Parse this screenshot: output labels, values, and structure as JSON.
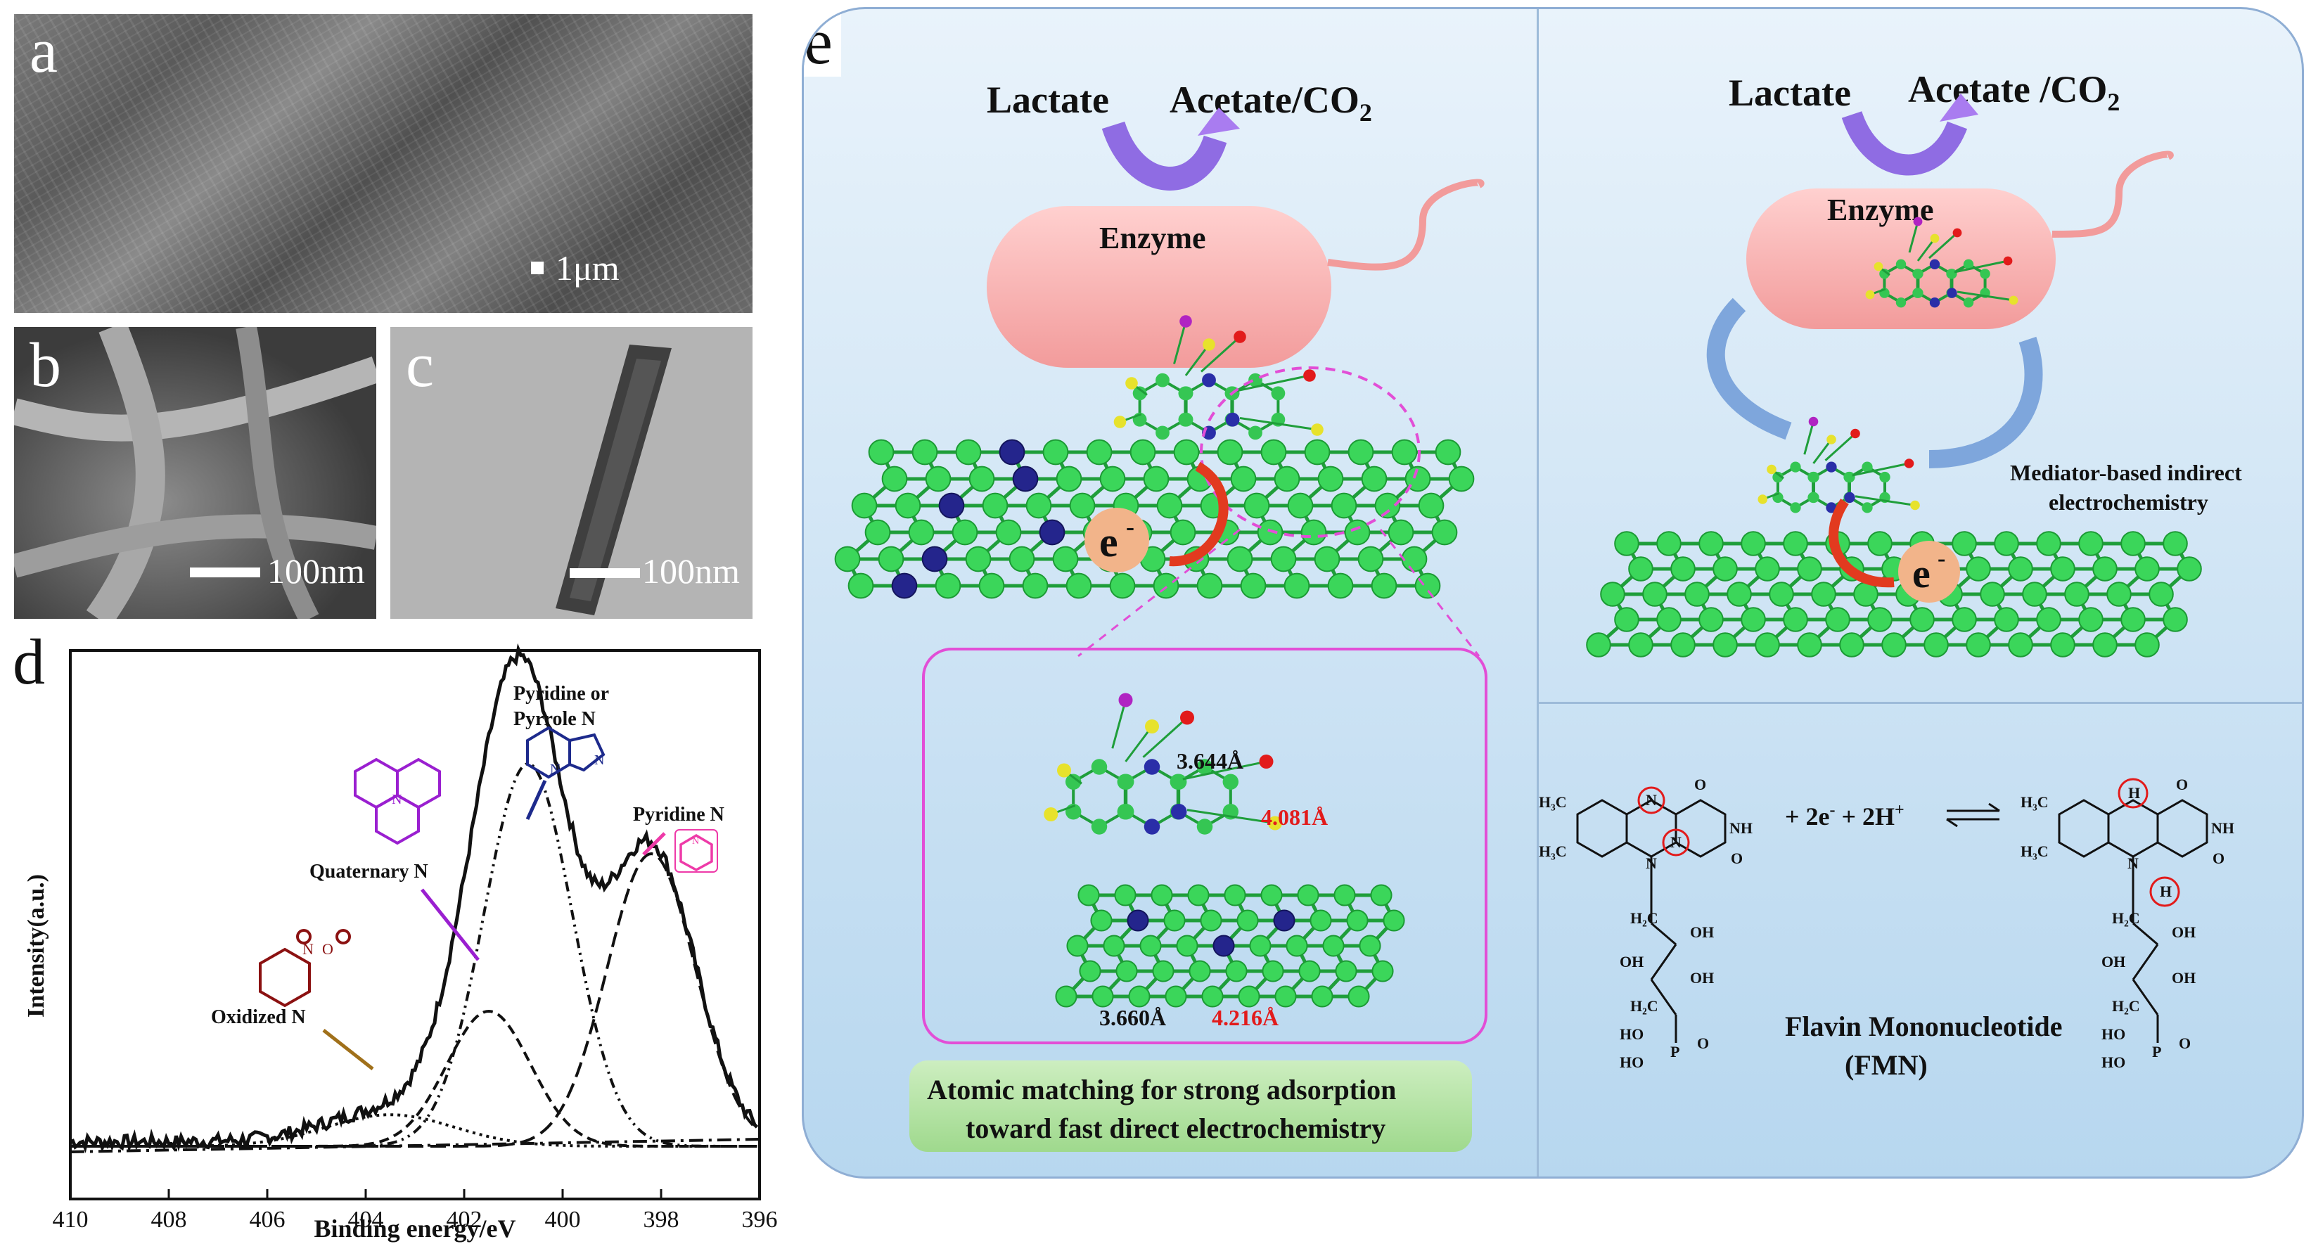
{
  "panels": {
    "a": {
      "letter": "a",
      "scale_label": "1μm"
    },
    "b": {
      "letter": "b",
      "scale_label": "100nm"
    },
    "c": {
      "letter": "c",
      "scale_label": "100nm"
    },
    "d": {
      "letter": "d"
    },
    "e": {
      "letter": "e"
    }
  },
  "xps": {
    "ylabel": "Intensity(a.u.)",
    "xlabel": "Binding energy/eV",
    "xticks": [
      "410",
      "408",
      "406",
      "404",
      "402",
      "400",
      "398",
      "396"
    ],
    "annotations": {
      "pyridine_or_pyrrole": [
        "Pyridine or",
        "Pyrrole N"
      ],
      "pyridine": "Pyridine N",
      "quaternary": "Quaternary N",
      "oxidized": "Oxidized N"
    }
  },
  "chart_data": {
    "type": "line",
    "xlabel": "Binding energy/eV",
    "ylabel": "Intensity(a.u.)",
    "xlim": [
      410,
      396
    ],
    "x_reversed": true,
    "series": [
      {
        "name": "Pyridine or Pyrrole N",
        "center_ev": 400.7,
        "relative_height": 0.85
      },
      {
        "name": "Pyridine N",
        "center_ev": 398.2,
        "relative_height": 0.65
      },
      {
        "name": "Quaternary N",
        "center_ev": 401.5,
        "relative_height": 0.3
      },
      {
        "name": "Oxidized N",
        "center_ev": 403.5,
        "relative_height": 0.07
      }
    ]
  },
  "scheme": {
    "left": {
      "substrate": "Lactate",
      "product_main": "Acetate/CO",
      "product_sub": "2",
      "enzyme": "Enzyme",
      "electron": "e",
      "electron_sup": "-",
      "dist1": "3.644Å",
      "dist2": "4.081Å",
      "dist3": "3.660Å",
      "dist4": "4.216Å",
      "caption_line1": "Atomic matching for strong adsorption",
      "caption_line2": "toward fast direct electrochemistry"
    },
    "right": {
      "substrate": "Lactate",
      "product_main": "Acetate /CO",
      "product_sub": "2",
      "enzyme": "Enzyme",
      "electron": "e",
      "electron_sup": "-",
      "mediator_line1": "Mediator-based indirect",
      "mediator_line2": "electrochemistry"
    },
    "fmn": {
      "equation_main": "+ 2e",
      "equation_sup1": "-",
      "equation_mid": " + 2H",
      "equation_sup2": "+",
      "name_line1": "Flavin Mononucleotide",
      "name_line2": "(FMN)",
      "ch3": "H₃C",
      "n": "N",
      "nh": "NH",
      "o": "O",
      "oh": "OH",
      "h2c": "H₂C",
      "h": "H",
      "ho": "HO",
      "p": "P"
    }
  }
}
